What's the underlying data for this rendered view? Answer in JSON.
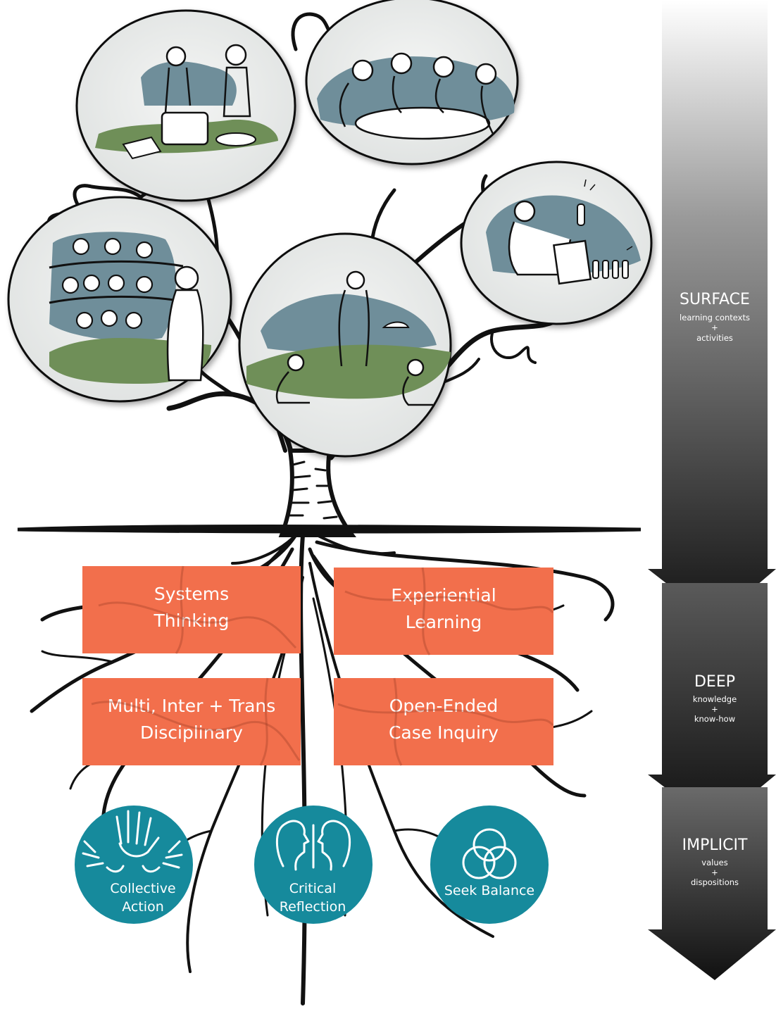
{
  "colors": {
    "box_fill": "#f26f4c",
    "circle_fill": "#168a9c",
    "scene_bg": "#e9ebea",
    "scene_blue": "#6f8e9a",
    "scene_green": "#6f8f58",
    "ink": "#111111"
  },
  "practices": [
    {
      "line1": "Systems",
      "line2": "Thinking"
    },
    {
      "line1": "Experiential",
      "line2": "Learning"
    },
    {
      "line1": "Multi, Inter + Trans",
      "line2": "Disciplinary"
    },
    {
      "line1": "Open-Ended",
      "line2": "Case Inquiry"
    }
  ],
  "values": [
    {
      "line1": "Collective",
      "line2": "Action",
      "icon": "hands-icon"
    },
    {
      "line1": "Critical",
      "line2": "Reflection",
      "icon": "two-faces-icon"
    },
    {
      "line1": "Seek Balance",
      "line2": "",
      "icon": "trefoil-knot-icon"
    }
  ],
  "levels": [
    {
      "title": "SURFACE",
      "sub1": "learning contexts",
      "plus": "+",
      "sub2": "activities"
    },
    {
      "title": "DEEP",
      "sub1": "knowledge",
      "plus": "+",
      "sub2": "know-how"
    },
    {
      "title": "IMPLICIT",
      "sub1": "values",
      "plus": "+",
      "sub2": "dispositions"
    }
  ],
  "scenes": [
    {
      "icon": "cooking-scene-icon"
    },
    {
      "icon": "group-discussion-scene-icon"
    },
    {
      "icon": "lecture-hall-scene-icon"
    },
    {
      "icon": "fieldwork-scene-icon"
    },
    {
      "icon": "laboratory-scene-icon"
    }
  ]
}
